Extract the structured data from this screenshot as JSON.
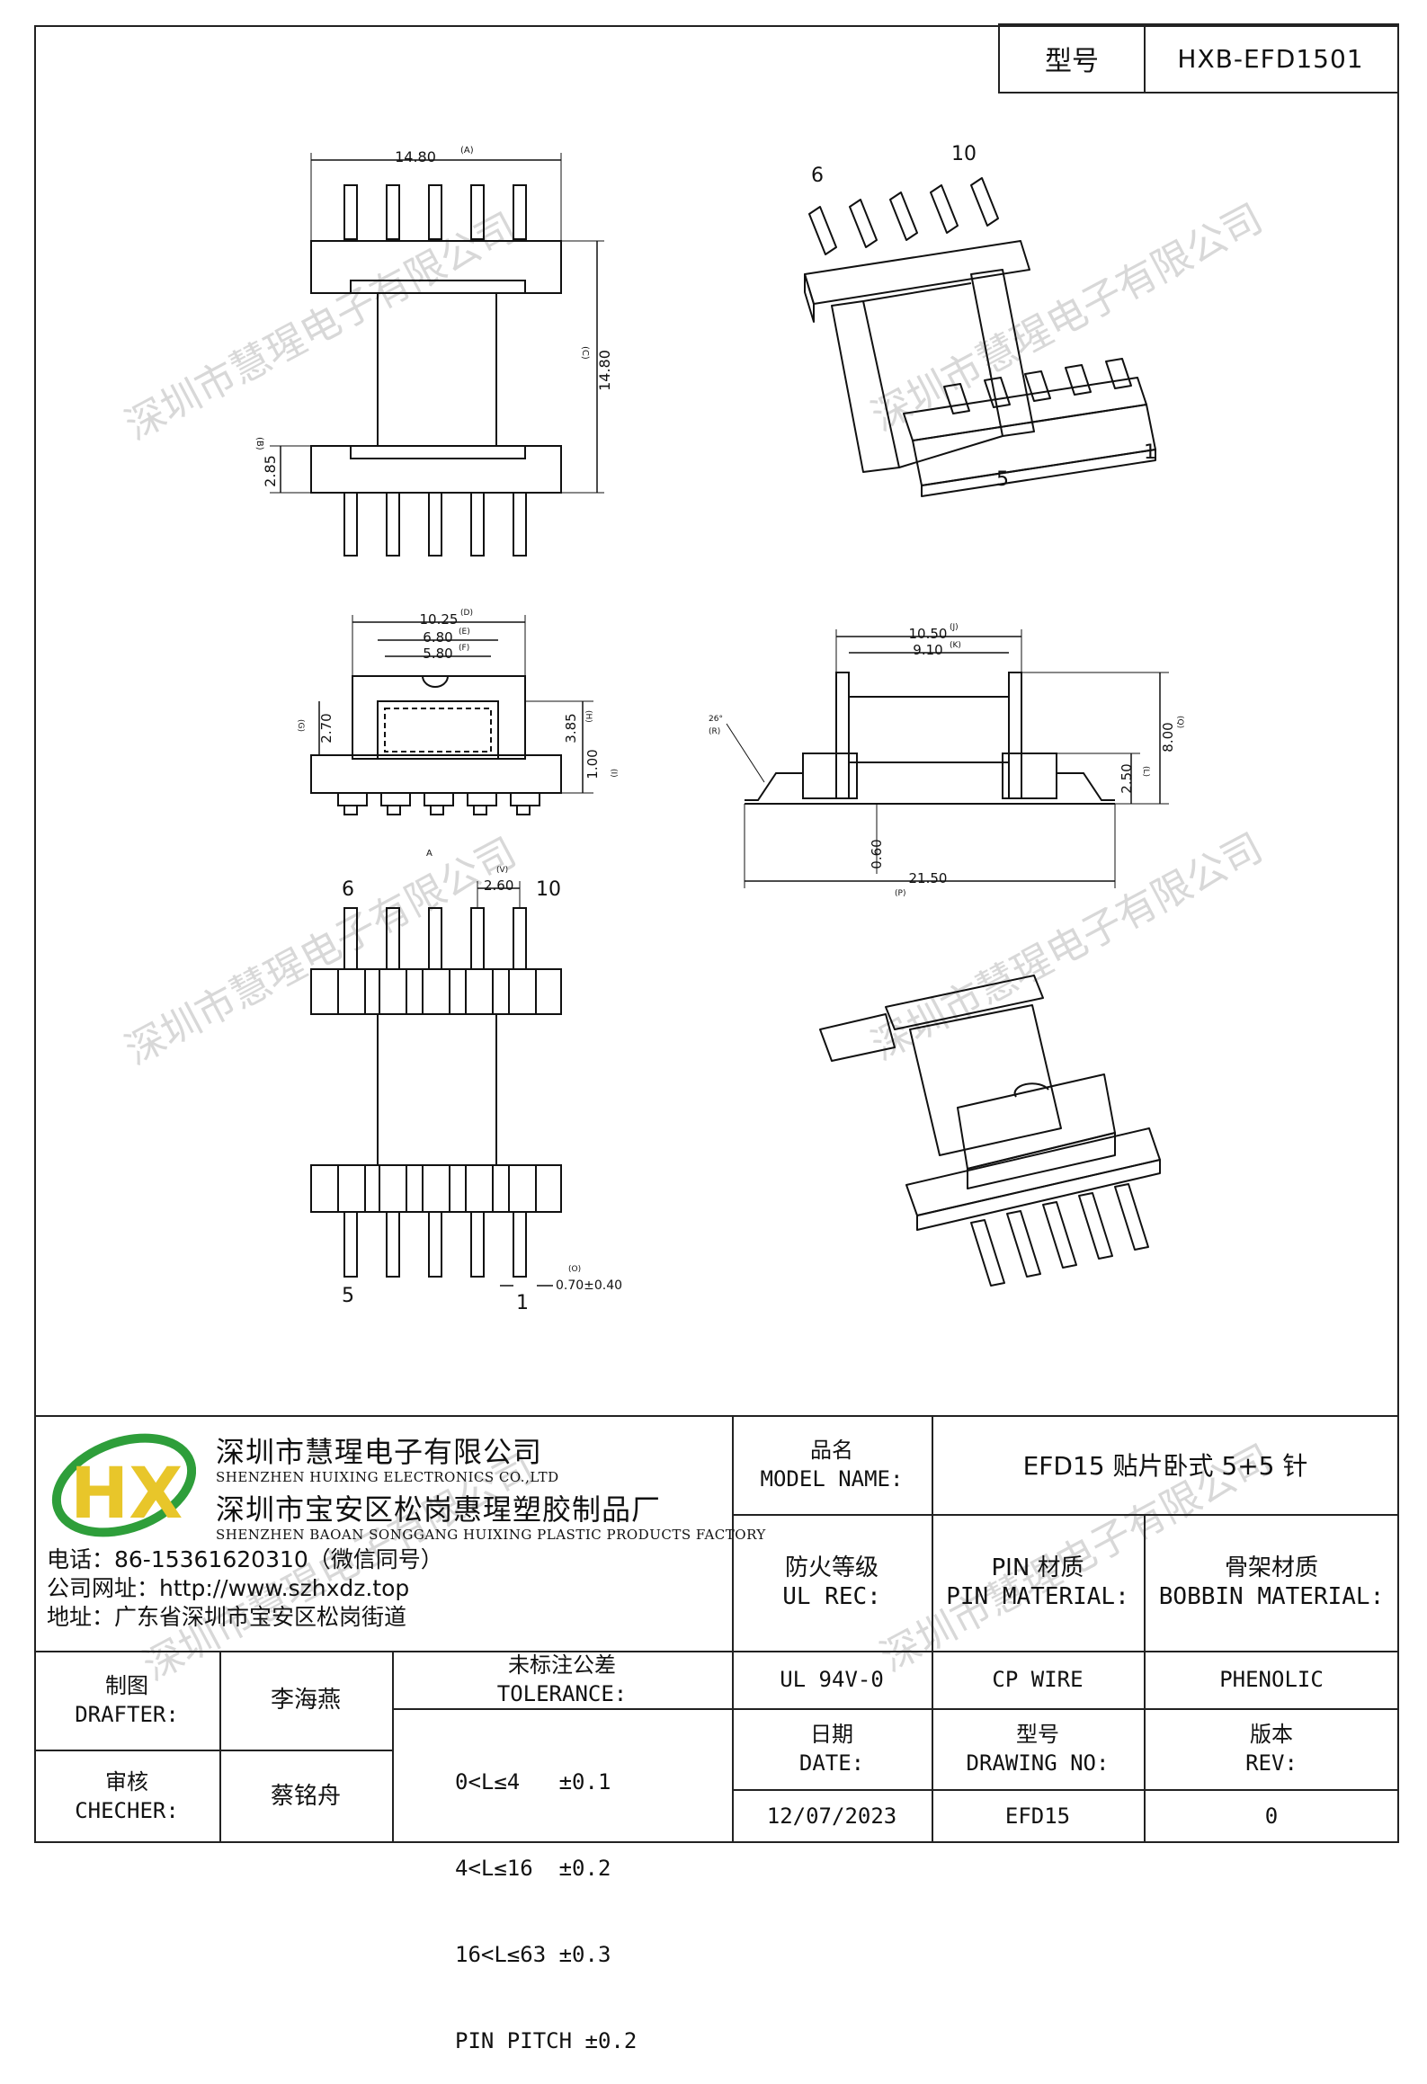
{
  "header": {
    "model_label": "型号",
    "model_value": "HXB-EFD1501"
  },
  "watermark": "深圳市慧瑆电子有限公司",
  "drawing": {
    "pin_labels": {
      "p6": "6",
      "p10": "10",
      "p1": "1",
      "p5": "5"
    },
    "dims_top": {
      "w": "14.80",
      "w_tag": "(A)",
      "h": "14.80",
      "h_tag": "(C)",
      "fl": "2.85",
      "fl_tag": "(B)"
    },
    "dims_front": {
      "d1": "10.25",
      "d1_tag": "(D)",
      "d2": "6.80",
      "d2_tag": "(E)",
      "d3": "5.80",
      "d3_tag": "(F)",
      "h1": "2.70",
      "h1_tag": "(G)",
      "h2": "3.85",
      "h2_tag": "(H)",
      "h3": "1.00",
      "h3_tag": "(I)"
    },
    "dims_side": {
      "a": "10.50",
      "a_tag": "(J)",
      "b": "9.10",
      "b_tag": "(K)",
      "c": "8.00",
      "c_tag": "(Q)",
      "d": "2.50",
      "d_tag": "(L)",
      "e": "0.60",
      "f": "21.50",
      "f_tag": "(P)",
      "ang": "26°",
      "ang_tag": "(R)"
    },
    "dims_bottom": {
      "pitch": "2.60",
      "pitch_tag": "(V)",
      "pin": "0.70±0.40",
      "pin_tag": "(O)",
      "mark": "A"
    }
  },
  "company": {
    "logo_letters": "HX",
    "name_cn_1": "深圳市慧瑆电子有限公司",
    "name_en_1": "SHENZHEN HUIXING ELECTRONICS CO.,LTD",
    "name_cn_2": "深圳市宝安区松岗惠瑆塑胶制品厂",
    "name_en_2": "SHENZHEN BAOAN SONGGANG HUIXING PLASTIC PRODUCTS FACTORY",
    "phone": "电话：86-15361620310（微信同号）",
    "website": "公司网址：http://www.szhxdz.top",
    "address": "地址：广东省深圳市宝安区松岗街道"
  },
  "table": {
    "model_name_cn": "品名",
    "model_name_en": "MODEL NAME:",
    "model_name_value": "EFD15 贴片卧式 5+5 针",
    "ul_cn": "防火等级",
    "ul_en": "UL REC:",
    "pin_mat_cn": "PIN 材质",
    "pin_mat_en": "PIN MATERIAL:",
    "bob_mat_cn": "骨架材质",
    "bob_mat_en": "BOBBIN MATERIAL:",
    "ul_value": "UL 94V-0",
    "pin_value": "CP WIRE",
    "bob_value": "PHENOLIC",
    "date_cn": "日期",
    "date_en": "DATE:",
    "dwg_cn": "型号",
    "dwg_en": "DRAWING NO:",
    "rev_cn": "版本",
    "rev_en": "REV:",
    "date_value": "12/07/2023",
    "dwg_value": "EFD15",
    "rev_value": "0",
    "drafter_cn": "制图",
    "drafter_en": "DRAFTER:",
    "drafter_value": "李海燕",
    "checker_cn": "审核",
    "checker_en": "CHECHER:",
    "checker_value": "蔡铭舟",
    "tol_cn": "未标注公差",
    "tol_en": "TOLERANCE:",
    "tol_lines": [
      "0<L≤4   ±0.1",
      "4<L≤16  ±0.2",
      "16<L≤63 ±0.3",
      "PIN PITCH ±0.2"
    ]
  }
}
